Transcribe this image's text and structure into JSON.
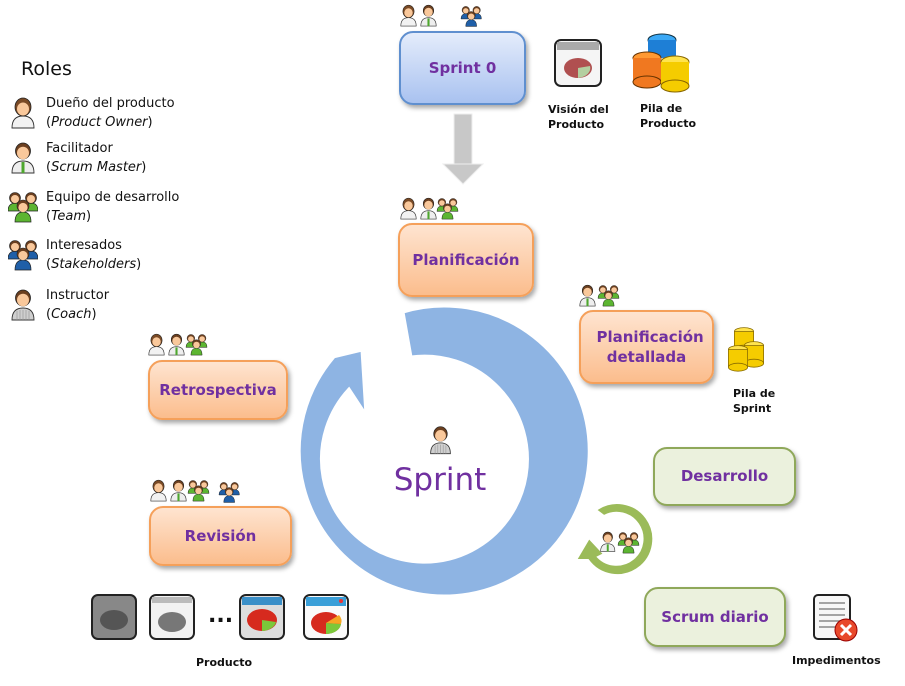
{
  "roles": {
    "title": "Roles",
    "items": [
      {
        "name": "Dueño del producto",
        "english": "Product Owner",
        "icon": "product-owner-icon"
      },
      {
        "name": "Facilitador",
        "english": "Scrum Master",
        "icon": "scrum-master-icon"
      },
      {
        "name": "Equipo de desarrollo",
        "english": "Team",
        "icon": "team-icon"
      },
      {
        "name": "Interesados",
        "english": "Stakeholders",
        "icon": "stakeholders-icon"
      },
      {
        "name": "Instructor",
        "english": "Coach",
        "icon": "coach-icon"
      }
    ]
  },
  "stages": {
    "sprint0": "Sprint 0",
    "planificacion": "Planificación",
    "planificacion_detallada": "Planificación detallada",
    "retrospectiva": "Retrospectiva",
    "revision": "Revisión",
    "desarrollo": "Desarrollo",
    "scrum_diario": "Scrum diario",
    "sprint": "Sprint"
  },
  "artifacts": {
    "vision": "Visión del Producto",
    "pila_producto": "Pila de Producto",
    "pila_sprint": "Pila de Sprint",
    "impedimentos": "Impedimentos",
    "producto": "Producto",
    "ellipsis": "..."
  },
  "colors": {
    "stage_text": "#7030a0",
    "cycle_arrow": "#8eb4e3",
    "daily_arrow": "#9bbb59",
    "orange_border": "#f5a05a",
    "green_border": "#8fa85a",
    "blue_border": "#5f8fcf"
  }
}
